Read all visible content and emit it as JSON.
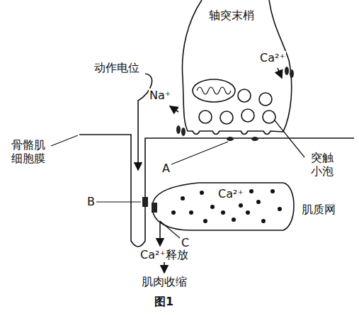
{
  "diagram": {
    "caption": "图1",
    "labels": [
      "轴突末梢",
      "Ca²⁺",
      "突触小泡",
      "动作电位",
      "Na⁺",
      "A",
      "骨骼肌细胞膜",
      "B",
      "Ca²⁺",
      "肌质网",
      "C",
      "Ca²⁺释放",
      "肌肉收缩"
    ]
  }
}
